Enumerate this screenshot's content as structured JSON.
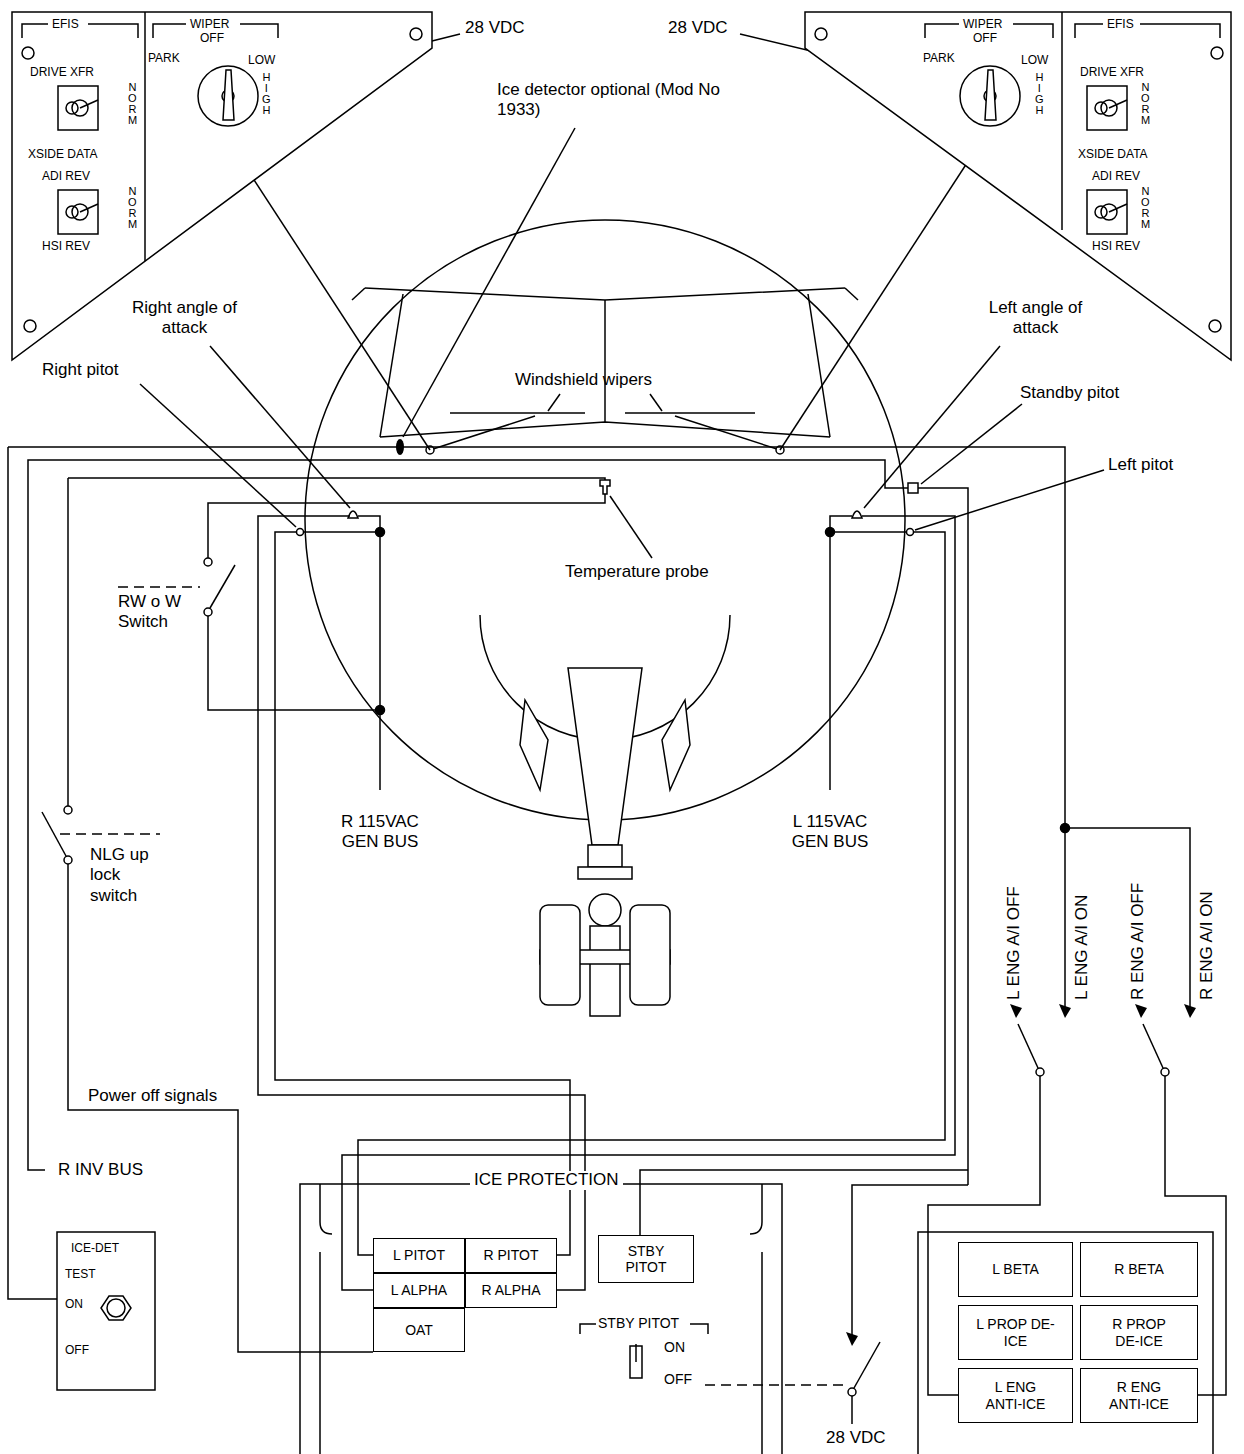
{
  "diagram": {
    "nodes": [
      {
        "text": [
          "EFIS",
          "DRIVE XFR",
          "NORM",
          "XSIDE DATA",
          "ADI REV",
          "NORM",
          "HSI REV",
          "WIPER",
          "OFF",
          "PARK",
          "LOW",
          "HIGH"
        ]
      },
      {
        "text": [
          "WIPER",
          "OFF",
          "PARK",
          "LOW",
          "HIGH",
          "EFIS",
          "DRIVE XFR",
          "NORM",
          "XSIDE DATA",
          "ADI REV",
          "NORM",
          "HSI REV"
        ]
      },
      {
        "text": [
          "ICE-DET",
          "TEST",
          "ON",
          "OFF"
        ]
      },
      {
        "text": [
          "ICE PROTECTION",
          "STBY PITOT",
          "ON",
          "OFF"
        ]
      },
      {
        "text": [
          "L PITOT"
        ],
        "in": 3
      },
      {
        "text": [
          "R PITOT"
        ],
        "in": 3
      },
      {
        "text": [
          "L ALPHA"
        ],
        "in": 3
      },
      {
        "text": [
          "R ALPHA"
        ],
        "in": 3
      },
      {
        "text": [
          "OAT"
        ],
        "in": 3
      },
      {
        "text": [
          "STBY PITOT"
        ],
        "in": 3
      },
      {
        "text": [
          "L BETA"
        ]
      },
      {
        "text": [
          "R BETA"
        ]
      },
      {
        "text": [
          "L PROP DE-ICE"
        ]
      },
      {
        "text": [
          "R PROP DE-ICE"
        ]
      },
      {
        "text": [
          "L ENG ANTI-ICE"
        ]
      },
      {
        "text": [
          "R ENG ANTI-ICE"
        ]
      }
    ],
    "labels": [
      "28 VDC",
      "28 VDC",
      "Ice detector optional (Mod No 1933)",
      "Right angle of attack",
      "Right pitot",
      "Windshield wipers",
      "Left angle of attack",
      "Standby pitot",
      "Left pitot",
      "Temperature probe",
      "RW o W Switch",
      "R 115VAC GEN BUS",
      "L 115VAC GEN BUS",
      "NLG up lock switch",
      "L ENG A/I OFF",
      "L ENG A/I ON",
      "R ENG A/I OFF",
      "R ENG A/I ON",
      "Power off signals",
      "R INV BUS",
      "28 VDC"
    ]
  }
}
